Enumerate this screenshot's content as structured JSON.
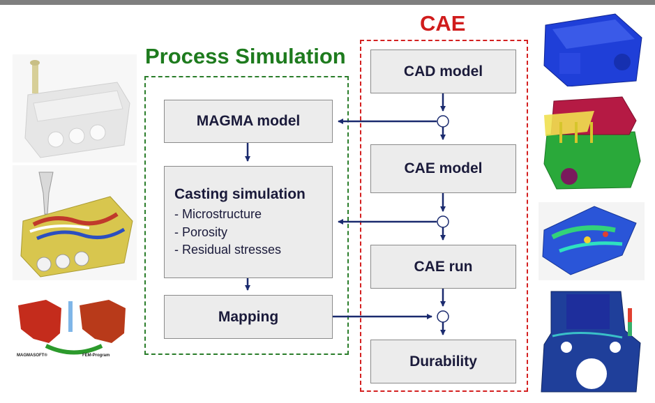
{
  "titles": {
    "process_simulation": "Process Simulation",
    "cae": "CAE"
  },
  "process_boxes": {
    "magma_model": "MAGMA model",
    "casting_title": "Casting simulation",
    "casting_items": [
      "- Microstructure",
      "- Porosity",
      "- Residual stresses"
    ],
    "mapping": "Mapping"
  },
  "cae_boxes": {
    "cad_model": "CAD model",
    "cae_model": "CAE model",
    "cae_run": "CAE run",
    "durability": "Durability"
  },
  "image_captions": {
    "left_source": "MAGMASOFT®",
    "right_target": "FEM-Program"
  },
  "colors": {
    "process_group": "#2a7d2a",
    "cae_group": "#d42020",
    "process_title": "#1e7b1e",
    "cae_title": "#d01c1c",
    "arrow": "#1a2a6e",
    "box_fill": "#ececec"
  }
}
